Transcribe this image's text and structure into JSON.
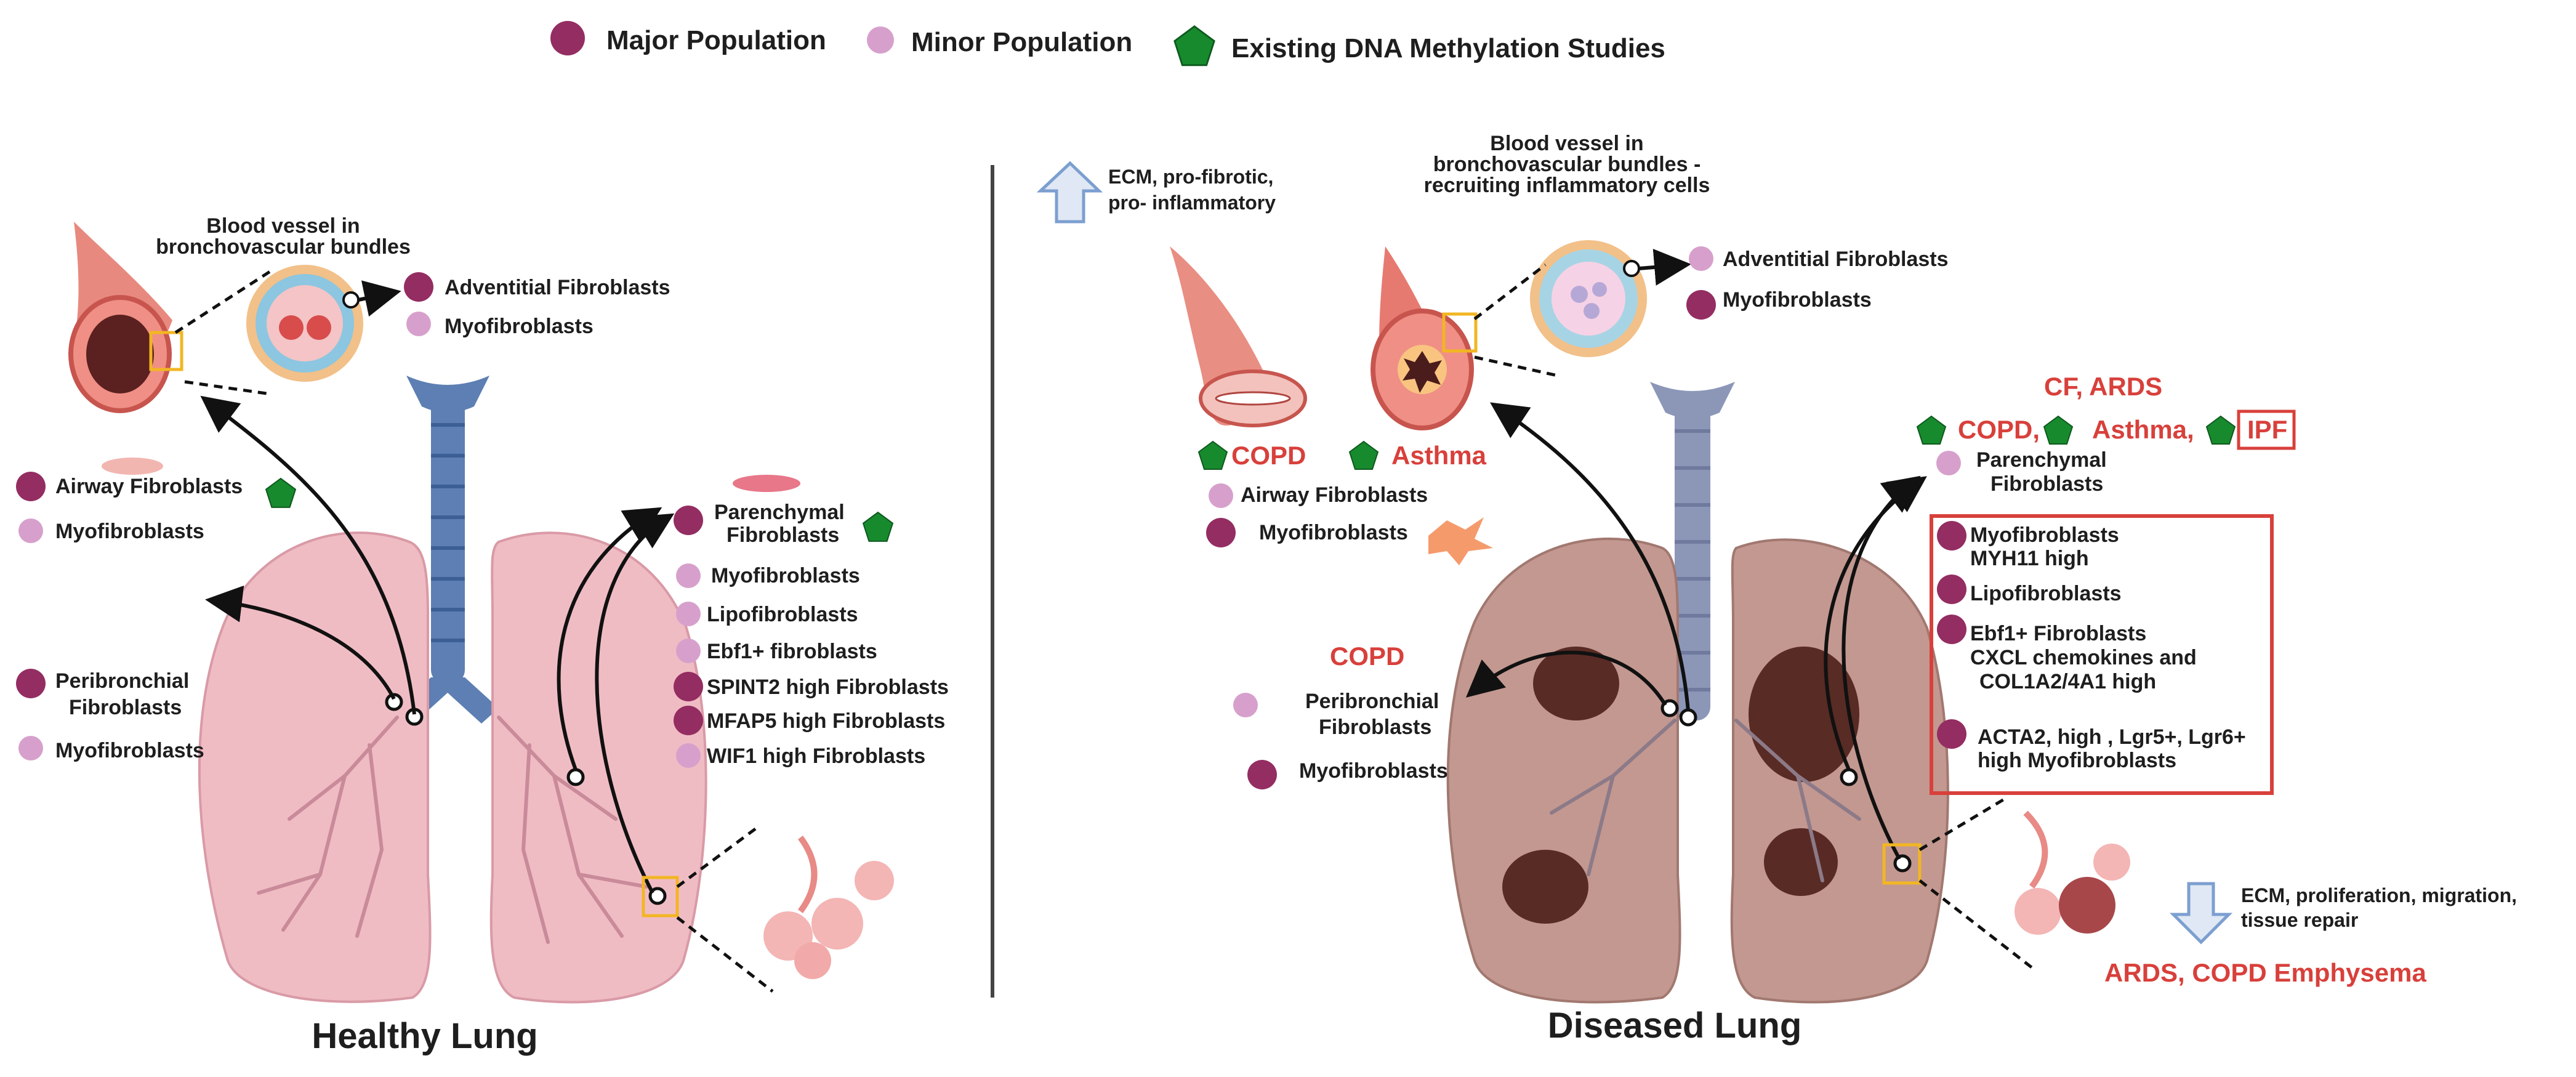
{
  "legend": {
    "major": "Major Population",
    "minor": "Minor Population",
    "existing": "Existing DNA Methylation Studies"
  },
  "colors": {
    "major": "#942d62",
    "minor": "#d7a0cc",
    "pentagon": "#188a2e",
    "lung_healthy": "#f0bcc4",
    "lung_diseased": "#c39890",
    "trachea": "#5d7fb3",
    "highlight_red": "#d8403b"
  },
  "healthy": {
    "title": "Healthy Lung",
    "vessel_label_1": "Blood vessel in",
    "vessel_label_2": "bronchovascular bundles",
    "vessel_major": "Adventitial Fibroblasts",
    "vessel_minor": "Myofibroblasts",
    "airway_major": "Airway Fibroblasts",
    "airway_minor": "Myofibroblasts",
    "peri_major_1": "Peribronchial",
    "peri_major_2": "Fibroblasts",
    "peri_minor": "Myofibroblasts",
    "parenchymal_1": "Parenchymal",
    "parenchymal_2": "Fibroblasts",
    "list": [
      "Myofibroblasts",
      "Lipofibroblasts",
      "Ebf1+ fibroblasts",
      "SPINT2 high Fibroblasts",
      "MFAP5 high Fibroblasts",
      "WIF1 high Fibroblasts"
    ]
  },
  "diseased": {
    "title": "Diseased Lung",
    "up_1": "ECM, pro-fibrotic,",
    "up_2": "pro- inflammatory",
    "vessel_label_1": "Blood vessel in",
    "vessel_label_2": "bronchovascular bundles -",
    "vessel_label_3": "recruiting inflammatory cells",
    "vessel_minor": "Adventitial Fibroblasts",
    "vessel_major": "Myofibroblasts",
    "copd_airway": "COPD",
    "asthma": "Asthma",
    "airway_minor": "Airway Fibroblasts",
    "airway_major": "Myofibroblasts",
    "copd_peri": "COPD",
    "peri_minor_1": "Peribronchial",
    "peri_minor_2": "Fibroblasts",
    "peri_major": "Myofibroblasts",
    "cf_ards": "CF, ARDS",
    "copd2": "COPD,",
    "asthma2": "Asthma,",
    "ipf": "IPF",
    "parenchymal_1": "Parenchymal",
    "parenchymal_2": "Fibroblasts",
    "box": [
      "Myofibroblasts",
      "MYH11 high",
      "Lipofibroblasts",
      "Ebf1+ Fibroblasts",
      "CXCL chemokines and",
      "COL1A2/4A1 high",
      "ACTA2, high , Lgr5+, Lgr6+",
      "high Myofibroblasts"
    ],
    "down_1": "ECM, proliferation, migration,",
    "down_2": "tissue repair",
    "ards_copd": "ARDS,  COPD Emphysema"
  }
}
